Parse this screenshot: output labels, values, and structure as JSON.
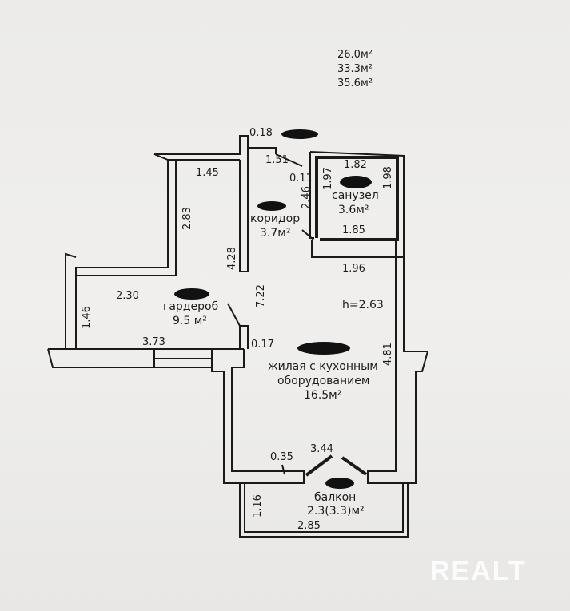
{
  "summary_areas": [
    "26.0м²",
    "33.3м²",
    "35.6м²"
  ],
  "rooms": {
    "corridor": {
      "name": "коридор",
      "area": "3.7м²"
    },
    "bathroom": {
      "name": "санузел",
      "area": "3.6м²"
    },
    "wardrobe": {
      "name": "гардероб",
      "area": "9.5 м²"
    },
    "living": {
      "name_line1": "жилая с кухонным",
      "name_line2": "оборудованием",
      "area": "16.5м²"
    },
    "balcony": {
      "name": "балкон",
      "area": "2.3(3.3)м²"
    }
  },
  "ceiling_height": "h=2.63",
  "dimensions": {
    "d018": "0.18",
    "d151": "1.51",
    "d145": "1.45",
    "d011": "0.11",
    "d246": "2.46",
    "d197": "1.97",
    "d182": "1.82",
    "d198": "1.98",
    "d185": "1.85",
    "d196": "1.96",
    "d283": "2.83",
    "d428": "4.28",
    "d722": "7.22",
    "d230": "2.30",
    "d146": "1.46",
    "d373": "3.73",
    "d017": "0.17",
    "d481": "4.81",
    "d035": "0.35",
    "d344": "3.44",
    "d116": "1.16",
    "d285": "2.85"
  },
  "watermark": "REALT"
}
